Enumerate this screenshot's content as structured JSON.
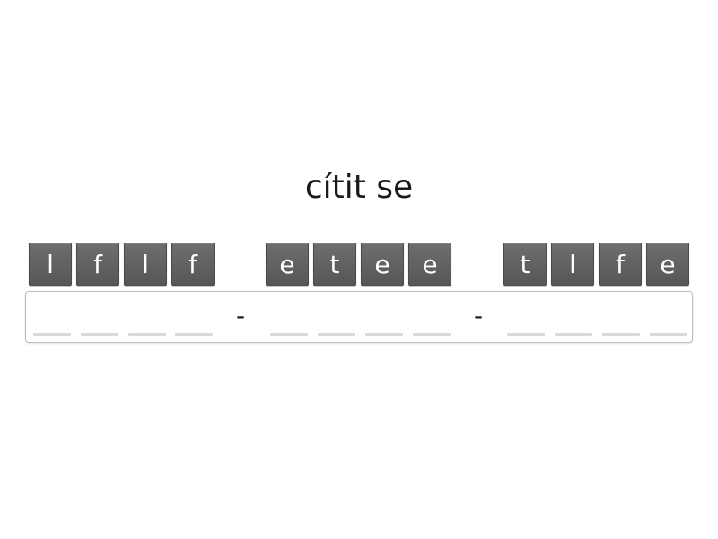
{
  "prompt": {
    "text": "cítit se"
  },
  "tiles": [
    {
      "letter": "l"
    },
    {
      "letter": "f"
    },
    {
      "letter": "l"
    },
    {
      "letter": "f"
    },
    {
      "letter": "e"
    },
    {
      "letter": "t"
    },
    {
      "letter": "e"
    },
    {
      "letter": "e"
    },
    {
      "letter": "t"
    },
    {
      "letter": "l"
    },
    {
      "letter": "f"
    },
    {
      "letter": "e"
    }
  ],
  "answer": {
    "separators": [
      "-",
      "-"
    ]
  },
  "colors": {
    "tile_bg": "#616161",
    "tile_text": "#ffffff",
    "slot_line": "#d9d9d9",
    "box_border": "#bdbdbd"
  }
}
